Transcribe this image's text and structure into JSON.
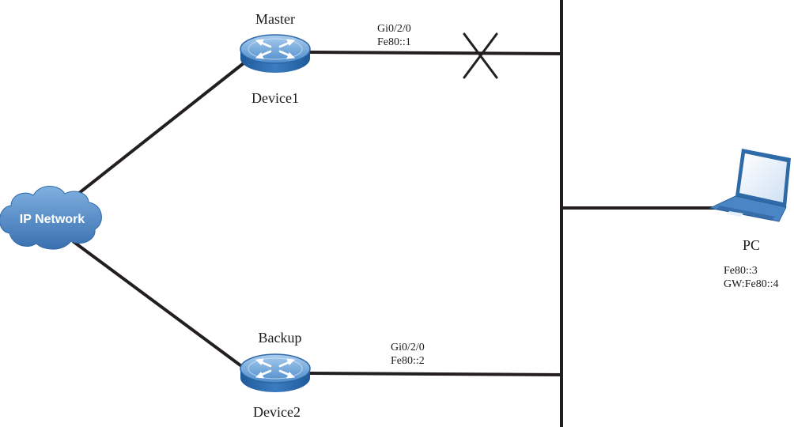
{
  "diagram": {
    "cloud": {
      "label": "IP Network"
    },
    "devices": [
      {
        "role": "Master",
        "name": "Device1",
        "interface": "Gi0/2/0",
        "address": "Fe80::1",
        "link_state": "failed"
      },
      {
        "role": "Backup",
        "name": "Device2",
        "interface": "Gi0/2/0",
        "address": "Fe80::2",
        "link_state": "up"
      }
    ],
    "pc": {
      "name": "PC",
      "address": "Fe80::3",
      "gateway": "GW:Fe80::4"
    },
    "colors": {
      "router_blue": "#3f7fc0",
      "cloud_blue": "#4f86c6",
      "line": "#231f20"
    }
  }
}
